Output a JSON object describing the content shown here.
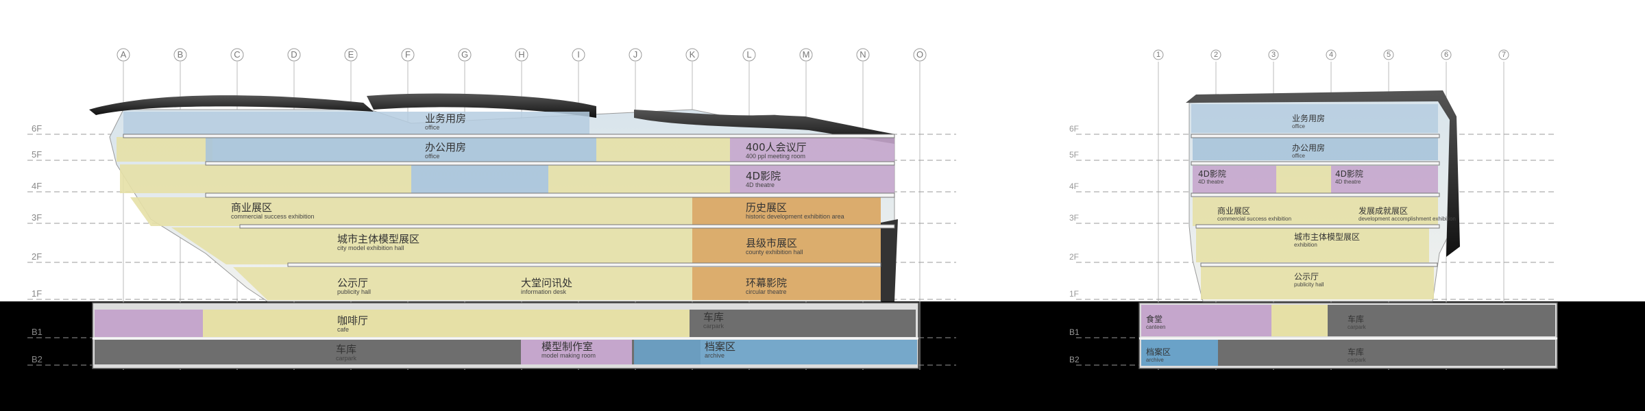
{
  "left_section": {
    "grid_labels": [
      "A",
      "B",
      "C",
      "D",
      "E",
      "F",
      "G",
      "H",
      "I",
      "J",
      "K",
      "L",
      "M",
      "N",
      "O"
    ],
    "floor_labels": [
      "6F",
      "5F",
      "4F",
      "3F",
      "2F",
      "1F",
      "B1",
      "B2"
    ],
    "rooms": [
      {
        "zh": "业务用房",
        "en": "office"
      },
      {
        "zh": "办公用房",
        "en": "office"
      },
      {
        "zh": "400人会议厅",
        "en": "400 ppl meeting room"
      },
      {
        "zh": "4D影院",
        "en": "4D theatre"
      },
      {
        "zh": "商业展区",
        "en": "commercial success exhibition"
      },
      {
        "zh": "历史展区",
        "en": "historic development exhibition area"
      },
      {
        "zh": "城市主体模型展区",
        "en": "city model exhibition hall"
      },
      {
        "zh": "县级市展区",
        "en": "county exhibition hall"
      },
      {
        "zh": "公示厅",
        "en": "publicity hall"
      },
      {
        "zh": "大堂问讯处",
        "en": "information desk"
      },
      {
        "zh": "环幕影院",
        "en": "circular theatre"
      },
      {
        "zh": "咖啡厅",
        "en": "cafe"
      },
      {
        "zh": "车库",
        "en": "carpark"
      },
      {
        "zh": "车库",
        "en": "carpark"
      },
      {
        "zh": "模型制作室",
        "en": "model making room"
      },
      {
        "zh": "档案区",
        "en": "archive"
      }
    ]
  },
  "right_section": {
    "grid_labels": [
      "1",
      "2",
      "3",
      "4",
      "5",
      "6",
      "7"
    ],
    "floor_labels": [
      "6F",
      "5F",
      "4F",
      "3F",
      "2F",
      "1F",
      "B1",
      "B2"
    ],
    "rooms": [
      {
        "zh": "业务用房",
        "en": "office"
      },
      {
        "zh": "办公用房",
        "en": "office"
      },
      {
        "zh": "4D影院",
        "en": "4D theatre"
      },
      {
        "zh": "4D影院",
        "en": "4D theatre"
      },
      {
        "zh": "商业展区",
        "en": "commercial success exhibition"
      },
      {
        "zh": "发展成就展区",
        "en": "development accomplishment exhibition"
      },
      {
        "zh": "城市主体模型展区",
        "en": "exhibition"
      },
      {
        "zh": "公示厅",
        "en": "publicity hall"
      },
      {
        "zh": "食堂",
        "en": "canteen"
      },
      {
        "zh": "车库",
        "en": "carpark"
      },
      {
        "zh": "档案区",
        "en": "archive"
      },
      {
        "zh": "车库",
        "en": "carpark"
      }
    ]
  },
  "colors": {
    "ground": "#000000",
    "exhibition": "#e6e0a6",
    "office": "#a9c4da",
    "theatre": "#c5a6cc",
    "history": "#d9a55e",
    "carpark": "#6e6e6e",
    "archive": "#6aa2c8",
    "roof": "#2a2a2a"
  }
}
